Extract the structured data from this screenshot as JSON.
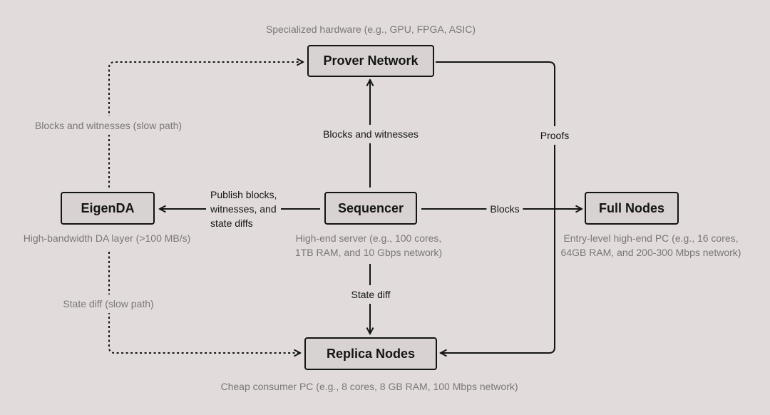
{
  "colors": {
    "background": "#e1dcdb",
    "node_fill": "#d8d3d2",
    "ink": "#141414",
    "muted_text": "#7b7776"
  },
  "nodes": {
    "prover_network": {
      "label": "Prover Network",
      "desc": [
        "Specialized hardware (e.g., GPU, FPGA, ASIC)"
      ]
    },
    "eigenda": {
      "label": "EigenDA",
      "desc": [
        "High-bandwidth DA layer (>100 MB/s)"
      ]
    },
    "sequencer": {
      "label": "Sequencer",
      "desc": [
        "High-end server (e.g., 100 cores,",
        "1TB RAM, and 10 Gbps network)"
      ]
    },
    "full_nodes": {
      "label": "Full Nodes",
      "desc": [
        "Entry-level high-end PC (e.g., 16 cores,",
        "64GB RAM, and 200-300 Mbps network)"
      ]
    },
    "replica_nodes": {
      "label": "Replica Nodes",
      "desc": [
        "Cheap consumer PC (e.g., 8 cores, 8 GB RAM, 100 Mbps network)"
      ]
    }
  },
  "edges": {
    "sequencer_to_prover_network": {
      "label": "Blocks and witnesses",
      "line_style": "solid"
    },
    "sequencer_to_eigenda": {
      "label_lines": [
        "Publish blocks,",
        "witnesses, and",
        "state diffs"
      ],
      "line_style": "solid"
    },
    "sequencer_to_full_nodes": {
      "label": "Blocks",
      "line_style": "solid"
    },
    "sequencer_to_replica_nodes": {
      "label": "State diff",
      "line_style": "solid"
    },
    "eigenda_to_prover_network": {
      "label": "Blocks and witnesses (slow path)",
      "line_style": "dotted"
    },
    "eigenda_to_replica_nodes": {
      "label": "State diff (slow path)",
      "line_style": "dotted"
    },
    "prover_network_to_replica_nodes": {
      "label": "Proofs",
      "line_style": "solid"
    }
  }
}
